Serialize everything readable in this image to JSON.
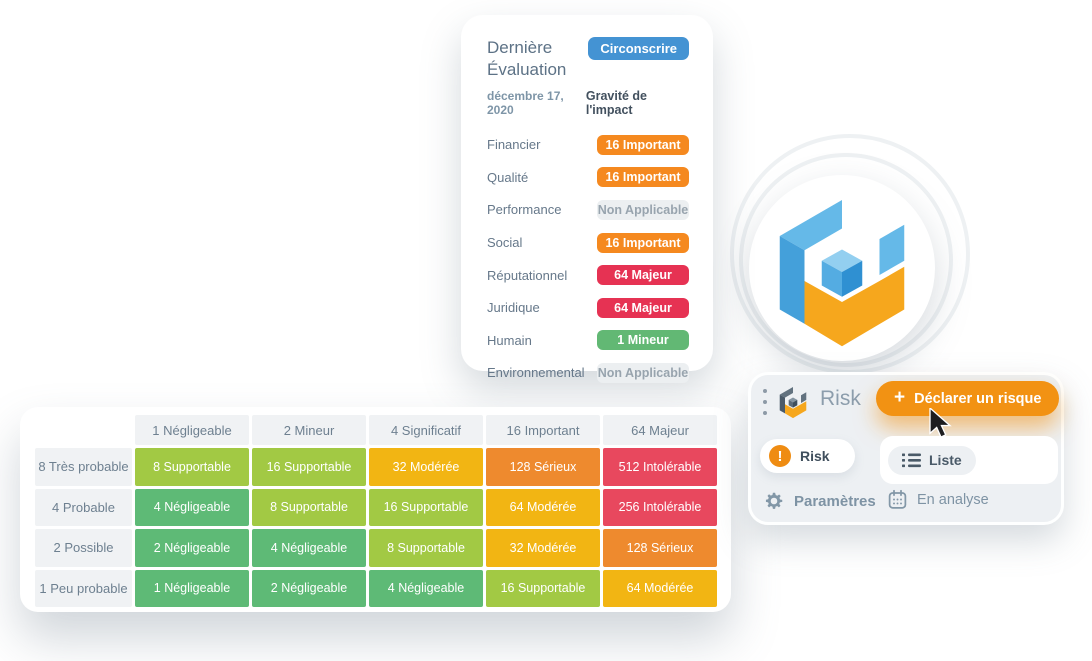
{
  "evaluation_card": {
    "title": "Dernière Évaluation",
    "status_badge": "Circonscrire",
    "status_badge_color": "#4493d3",
    "date": "décembre 17, 2020",
    "column_header": "Gravité de l'impact",
    "rows": [
      {
        "label": "Financier",
        "badge": "16 Important",
        "type": "important"
      },
      {
        "label": "Qualité",
        "badge": "16 Important",
        "type": "important"
      },
      {
        "label": "Performance",
        "badge": "Non Applicable",
        "type": "na"
      },
      {
        "label": "Social",
        "badge": "16 Important",
        "type": "important"
      },
      {
        "label": "Réputationnel",
        "badge": "64 Majeur",
        "type": "majeur"
      },
      {
        "label": "Juridique",
        "badge": "64 Majeur",
        "type": "majeur"
      },
      {
        "label": "Humain",
        "badge": "1 Mineur",
        "type": "mineur"
      },
      {
        "label": "Environnemental",
        "badge": "Non Applicable",
        "type": "na"
      }
    ],
    "badge_styles": {
      "important": {
        "bg": "#f5891f",
        "color": "#ffffff"
      },
      "majeur": {
        "bg": "#e63253",
        "color": "#ffffff"
      },
      "mineur": {
        "bg": "#62b874",
        "color": "#ffffff"
      },
      "na": {
        "bg": "#eceff1",
        "color": "#98a4ae"
      }
    }
  },
  "matrix": {
    "col_headers": [
      "1 Négligeable",
      "2 Mineur",
      "4 Significatif",
      "16 Important",
      "64 Majeur"
    ],
    "rows": [
      {
        "label": "8 Très probable",
        "cells": [
          {
            "text": "8 Supportable",
            "severity": "supportable"
          },
          {
            "text": "16 Supportable",
            "severity": "supportable"
          },
          {
            "text": "32 Modérée",
            "severity": "moderee"
          },
          {
            "text": "128 Sérieux",
            "severity": "serieux"
          },
          {
            "text": "512 Intolérable",
            "severity": "intolerable"
          }
        ]
      },
      {
        "label": "4 Probable",
        "cells": [
          {
            "text": "4 Négligeable",
            "severity": "negligeable"
          },
          {
            "text": "8 Supportable",
            "severity": "supportable"
          },
          {
            "text": "16 Supportable",
            "severity": "supportable"
          },
          {
            "text": "64 Modérée",
            "severity": "moderee"
          },
          {
            "text": "256 Intolérable",
            "severity": "intolerable"
          }
        ]
      },
      {
        "label": "2 Possible",
        "cells": [
          {
            "text": "2 Négligeable",
            "severity": "negligeable"
          },
          {
            "text": "4 Négligeable",
            "severity": "negligeable"
          },
          {
            "text": "8 Supportable",
            "severity": "supportable"
          },
          {
            "text": "32 Modérée",
            "severity": "moderee"
          },
          {
            "text": "128 Sérieux",
            "severity": "serieux"
          }
        ]
      },
      {
        "label": "1 Peu probable",
        "cells": [
          {
            "text": "1 Négligeable",
            "severity": "negligeable"
          },
          {
            "text": "2 Négligeable",
            "severity": "negligeable"
          },
          {
            "text": "4 Négligeable",
            "severity": "negligeable"
          },
          {
            "text": "16 Supportable",
            "severity": "supportable"
          },
          {
            "text": "64 Modérée",
            "severity": "moderee"
          }
        ]
      }
    ],
    "palette": {
      "negligeable": "#5eba76",
      "supportable": "#a2c944",
      "moderee": "#f2b513",
      "serieux": "#ee8a2e",
      "intolerable": "#e8485e"
    }
  },
  "widget": {
    "app_name": "Risk",
    "declare_button": "Déclarer un risque",
    "plus_glyph": "+",
    "button_color": "#f29213",
    "risk_tab": "Risk",
    "alert_glyph": "!",
    "liste_button": "Liste",
    "parametres": "Paramètres",
    "en_analyse": "En analyse"
  },
  "icons": {
    "kebab": "kebab-menu-icon",
    "logo": "risk-cube-logo",
    "alert": "alert-icon",
    "liste": "list-icon",
    "gear": "gear-icon",
    "calendar": "calendar-icon",
    "cursor": "mouse-cursor"
  }
}
